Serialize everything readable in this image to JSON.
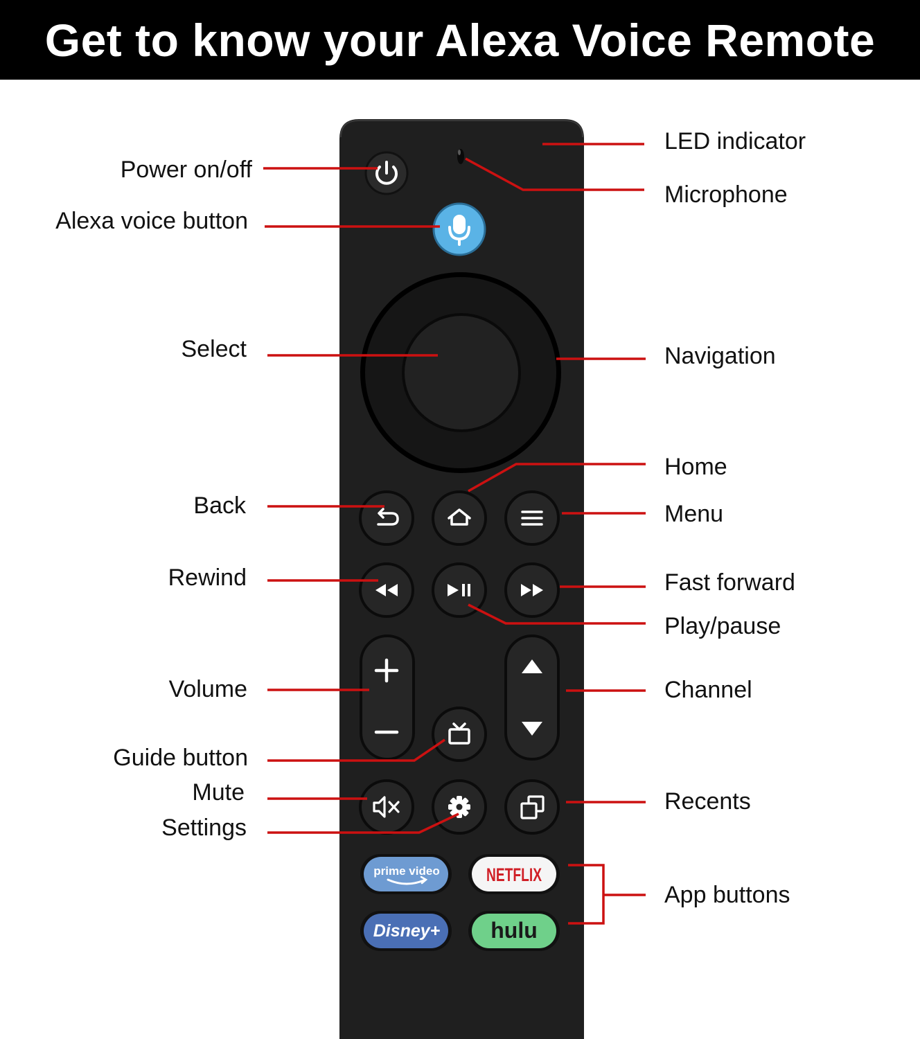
{
  "title": "Get to know your Alexa Voice Remote",
  "colors": {
    "background": "#ffffff",
    "banner": "#000000",
    "leader": "#cc1111",
    "remote_body": "#1f1f1f",
    "button": "#262626",
    "alexa_button": "#5ab3e6",
    "prime_video": "#6e9bd2",
    "netflix": "#f5f5f5",
    "netflix_text": "#d01f26",
    "disney": "#4a6fb5",
    "hulu": "#6fd08a"
  },
  "labels_left": {
    "power": "Power on/off",
    "alexa": "Alexa voice button",
    "select": "Select",
    "back": "Back",
    "rewind": "Rewind",
    "volume": "Volume",
    "guide": "Guide button",
    "mute": "Mute",
    "settings": "Settings"
  },
  "labels_right": {
    "led": "LED indicator",
    "microphone": "Microphone",
    "navigation": "Navigation",
    "home": "Home",
    "menu": "Menu",
    "fast_forward": "Fast forward",
    "play_pause": "Play/pause",
    "channel": "Channel",
    "recents": "Recents",
    "app_buttons": "App buttons"
  },
  "app_buttons": {
    "prime_video": "prime video",
    "netflix": "NETFLIX",
    "disney": "Disney+",
    "hulu": "hulu"
  },
  "icons": {
    "power": "power-icon",
    "alexa": "microphone-icon",
    "back": "back-arrow-icon",
    "home": "home-icon",
    "menu": "hamburger-menu-icon",
    "rewind": "rewind-icon",
    "play_pause": "play-pause-icon",
    "fast_forward": "fast-forward-icon",
    "volume_up": "plus-icon",
    "volume_down": "minus-icon",
    "guide": "tv-icon",
    "channel_up": "triangle-up-icon",
    "channel_down": "triangle-down-icon",
    "mute": "speaker-mute-icon",
    "settings": "gear-icon",
    "recents": "recents-icon"
  }
}
